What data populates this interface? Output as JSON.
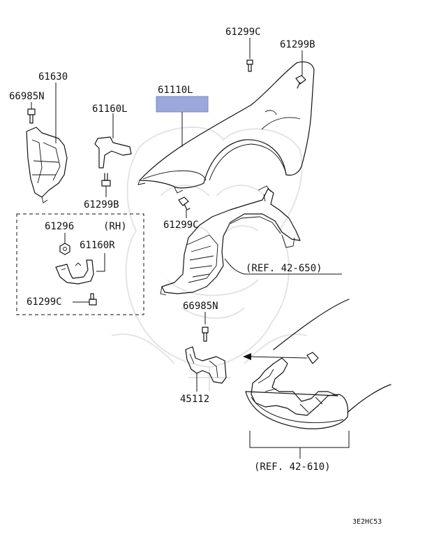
{
  "diagram": {
    "labels": {
      "p61299c_top": "61299C",
      "p61299b_top": "61299B",
      "p61630": "61630",
      "p66985n_left": "66985N",
      "p61110l": "61110L",
      "p61160l": "61160L",
      "p61299b_mid": "61299B",
      "p61296": "61296",
      "rh": "(RH)",
      "p61160r": "61160R",
      "p61299c_box": "61299C",
      "p61299c_mid": "61299C",
      "ref_42_650": "(REF. 42-650)",
      "p66985n_mid": "66985N",
      "p45112": "45112",
      "ref_42_610": "(REF. 42-610)",
      "image_code": "3E2HC53"
    },
    "highlight_color": "#9aa8dc"
  }
}
